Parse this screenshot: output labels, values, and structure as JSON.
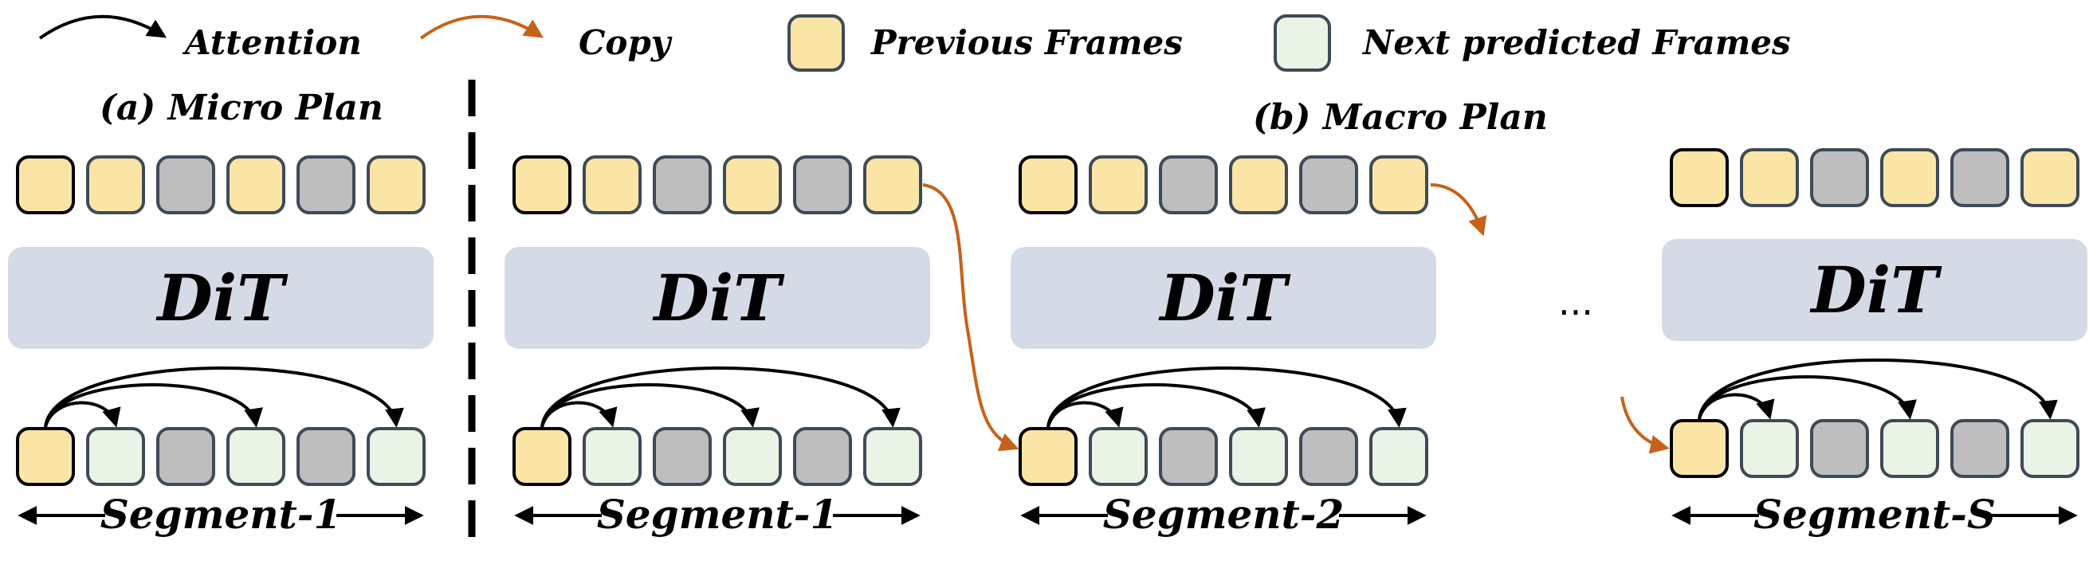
{
  "legend": {
    "attention": "Attention",
    "copy": "Copy",
    "previous_frames": "Previous Frames",
    "next_frames": "Next predicted Frames"
  },
  "micro": {
    "title": "(a) Micro Plan",
    "block": "DiT",
    "segment": "Segment-1"
  },
  "macro": {
    "title": "(b) Macro Plan",
    "columns": [
      {
        "block": "DiT",
        "segment": "Segment-1"
      },
      {
        "block": "DiT",
        "segment": "Segment-2"
      },
      {
        "block": "DiT",
        "segment": "Segment-S"
      }
    ],
    "ellipsis": "..."
  },
  "colors": {
    "previous": "#fbe5a6",
    "next": "#e9f3e6",
    "gray": "#bebebe",
    "dit_block": "#d5dbe6",
    "copy_arrow": "#c6621a",
    "frame_border": "#3f4a57"
  }
}
